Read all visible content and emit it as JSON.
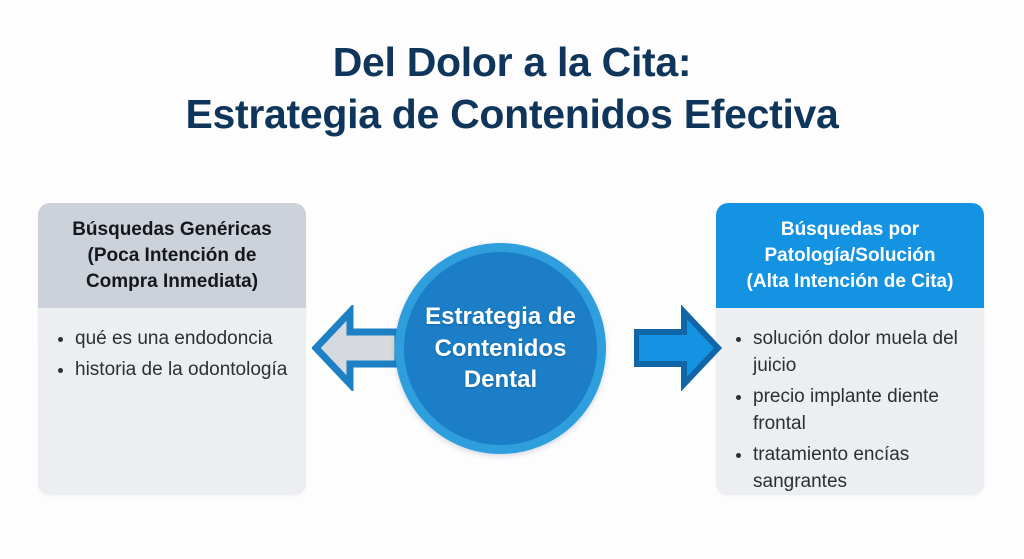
{
  "title": {
    "line1": "Del Dolor a la Cita:",
    "line2": "Estrategia de Contenidos Efectiva",
    "color": "#10355b"
  },
  "hub": {
    "label_line1": "Estrategia de",
    "label_line2": "Contenidos",
    "label_line3": "Dental",
    "fill_color": "#1b7ec6",
    "ring_color": "#2f9edd",
    "text_color": "#ffffff"
  },
  "left_panel": {
    "header_line1": "Búsquedas Genéricas",
    "header_line2": "(Poca Intención de",
    "header_line3": "Compra Inmediata)",
    "header_bg": "#ccd1da",
    "header_text_color": "#14181d",
    "body_bg": "#edeff1",
    "items": [
      "qué es una endodoncia",
      "historia de la odontología"
    ]
  },
  "right_panel": {
    "header_line1": "Búsquedas por",
    "header_line2": "Patología/Solución",
    "header_line3": "(Alta Intención de Cita)",
    "header_bg": "#1493e2",
    "header_text_color": "#ffffff",
    "body_bg": "#edeff1",
    "items": [
      "solución dolor muela del juicio",
      "precio implante diente frontal",
      "tratamiento encías sangrantes"
    ]
  },
  "arrows": {
    "left": {
      "direction": "left",
      "fill_color": "#d6dade",
      "stroke_color": "#1d7fc4"
    },
    "right": {
      "direction": "right",
      "fill_color": "#1493e2",
      "stroke_color": "#1166a8"
    }
  },
  "background_color": "#fdfdfe"
}
